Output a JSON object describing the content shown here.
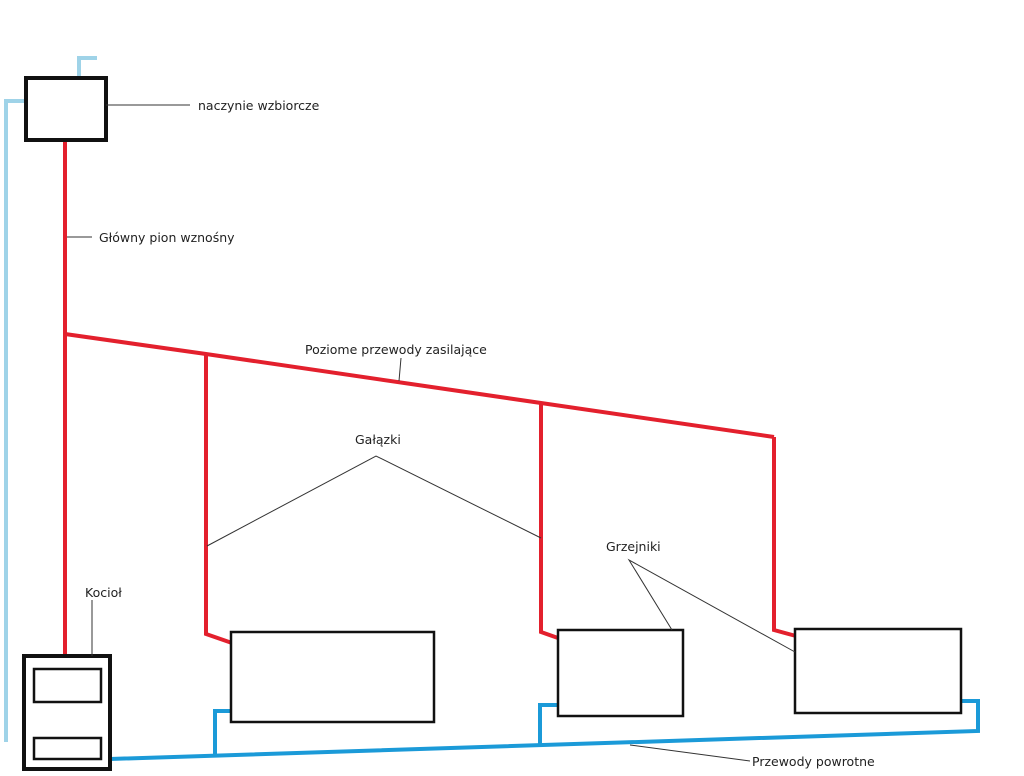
{
  "labels": {
    "expansion_tank": "naczynie wzbiorcze",
    "main_riser": "Główny pion wznośny",
    "supply_pipes": "Poziome przewody zasilające",
    "branches": "Gałązki",
    "radiators": "Grzejniki",
    "boiler": "Kocioł",
    "return_pipes": "Przewody powrotne"
  },
  "colors": {
    "supply": "#e3202d",
    "return": "#1b9ad8",
    "overflow": "#9fd3e8",
    "outline": "#111111",
    "leader": "#333333"
  }
}
